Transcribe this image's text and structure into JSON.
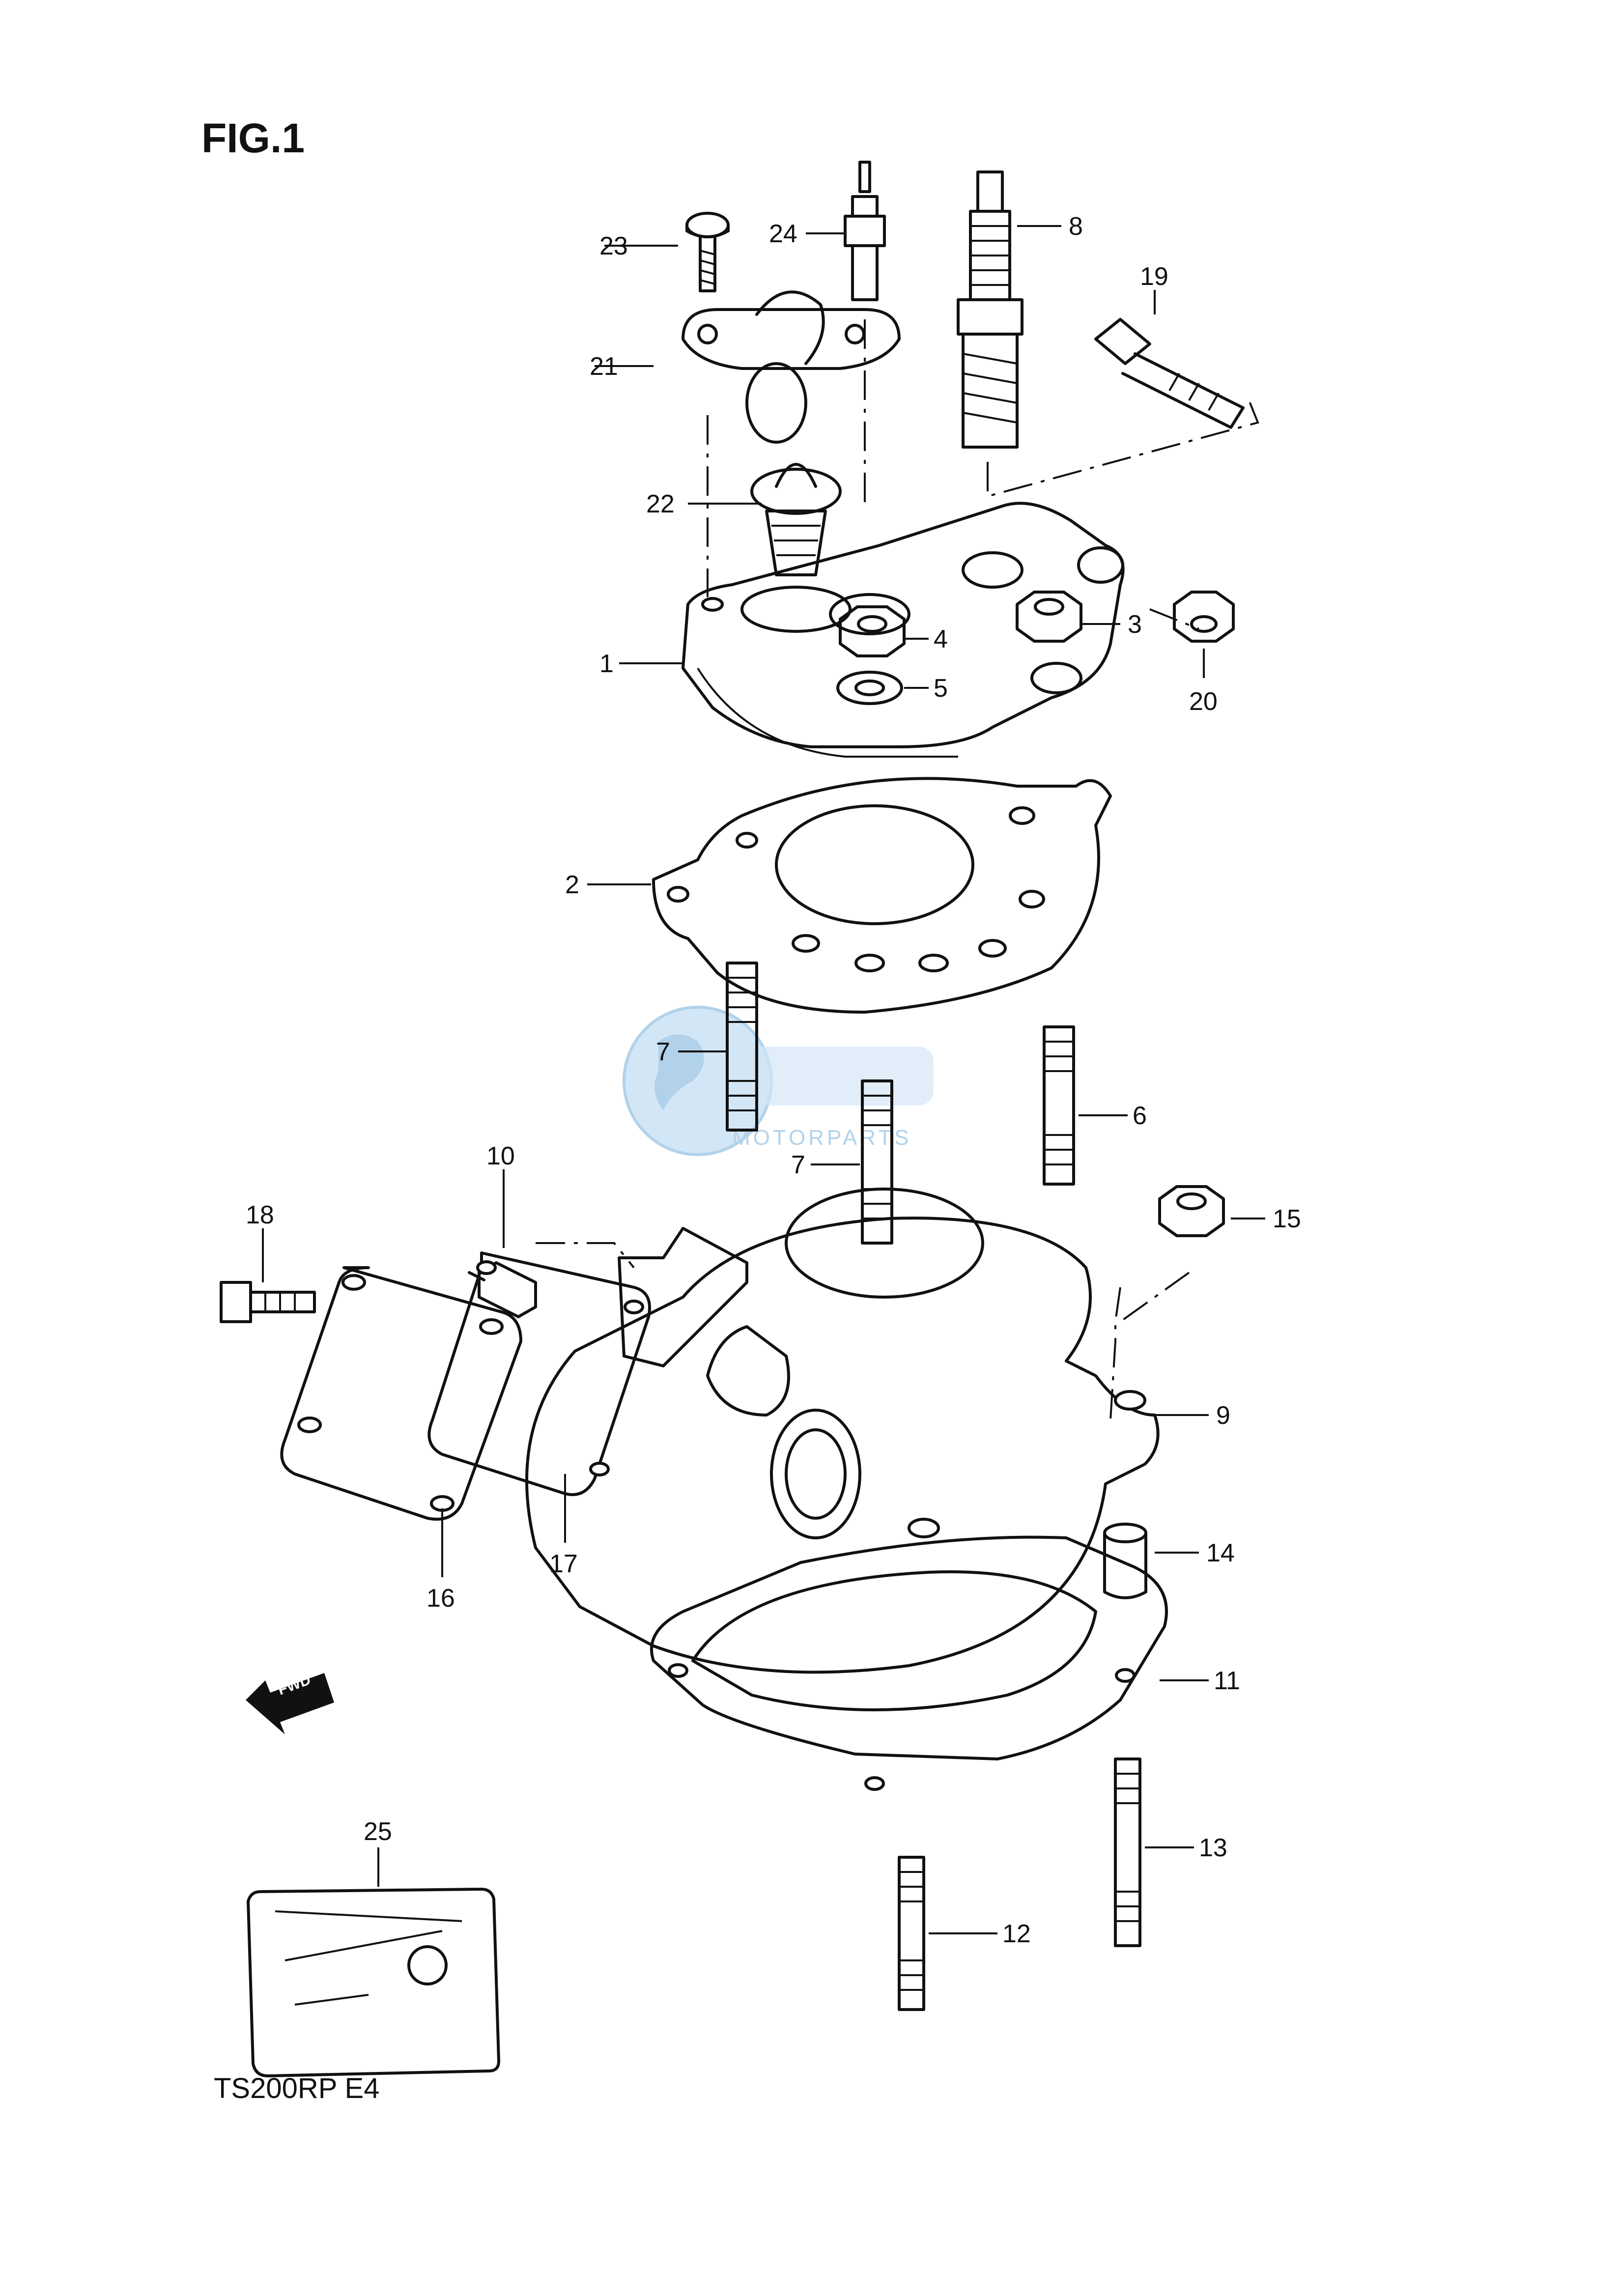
{
  "figure": {
    "title": "FIG.1",
    "model_code": "TS200RP  E4"
  },
  "watermark": {
    "text": "MOTORPARTS",
    "logo_icon": "globe-logo-icon"
  },
  "fwd_arrow": {
    "text": "FWD",
    "icon": "forward-arrow-icon"
  },
  "callouts": [
    {
      "id": "1",
      "text": "1"
    },
    {
      "id": "2",
      "text": "2"
    },
    {
      "id": "3",
      "text": "3"
    },
    {
      "id": "4",
      "text": "4"
    },
    {
      "id": "5",
      "text": "5"
    },
    {
      "id": "6",
      "text": "6"
    },
    {
      "id": "7a",
      "text": "7"
    },
    {
      "id": "7b",
      "text": "7"
    },
    {
      "id": "8",
      "text": "8"
    },
    {
      "id": "9",
      "text": "9"
    },
    {
      "id": "10",
      "text": "10"
    },
    {
      "id": "11",
      "text": "11"
    },
    {
      "id": "12",
      "text": "12"
    },
    {
      "id": "13",
      "text": "13"
    },
    {
      "id": "14",
      "text": "14"
    },
    {
      "id": "15",
      "text": "15"
    },
    {
      "id": "16",
      "text": "16"
    },
    {
      "id": "17",
      "text": "17"
    },
    {
      "id": "18",
      "text": "18"
    },
    {
      "id": "19",
      "text": "19"
    },
    {
      "id": "20",
      "text": "20"
    },
    {
      "id": "21",
      "text": "21"
    },
    {
      "id": "22",
      "text": "22"
    },
    {
      "id": "23",
      "text": "23"
    },
    {
      "id": "24",
      "text": "24"
    },
    {
      "id": "25",
      "text": "25"
    }
  ]
}
